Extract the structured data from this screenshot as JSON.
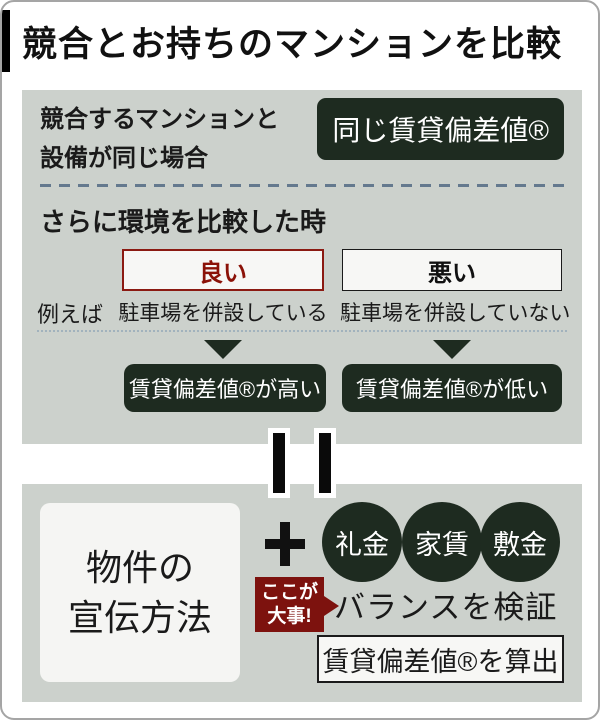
{
  "title": "競合とお持ちのマンションを比較",
  "comparison": {
    "case_line1": "競合するマンションと",
    "case_line2": "設備が同じ場合",
    "same_result": "同じ賃貸偏差値®",
    "env_heading": "さらに環境を比較した時",
    "example_prefix": "例えば",
    "good": {
      "label": "良い",
      "example": "駐車場を併設している",
      "result": "賃貸偏差値®が高い"
    },
    "bad": {
      "label": "悪い",
      "example": "駐車場を併設していない",
      "result": "賃貸偏差値®が低い"
    }
  },
  "method": {
    "property_line1": "物件の",
    "property_line2": "宣伝方法",
    "circles": [
      "礼金",
      "家賃",
      "敷金"
    ],
    "badge_line1": "ここが",
    "badge_line2": "大事!",
    "balance_text": "バランスを検証",
    "output_box": "賃貸偏差値®を算出"
  },
  "colors": {
    "panel_gray": "#ccd1cc",
    "dark_green": "#1e2b20",
    "dark_red": "#7d120e",
    "good_red": "#8b1208",
    "dashed_blue": "#64798e",
    "off_white": "#f6f6f4"
  }
}
